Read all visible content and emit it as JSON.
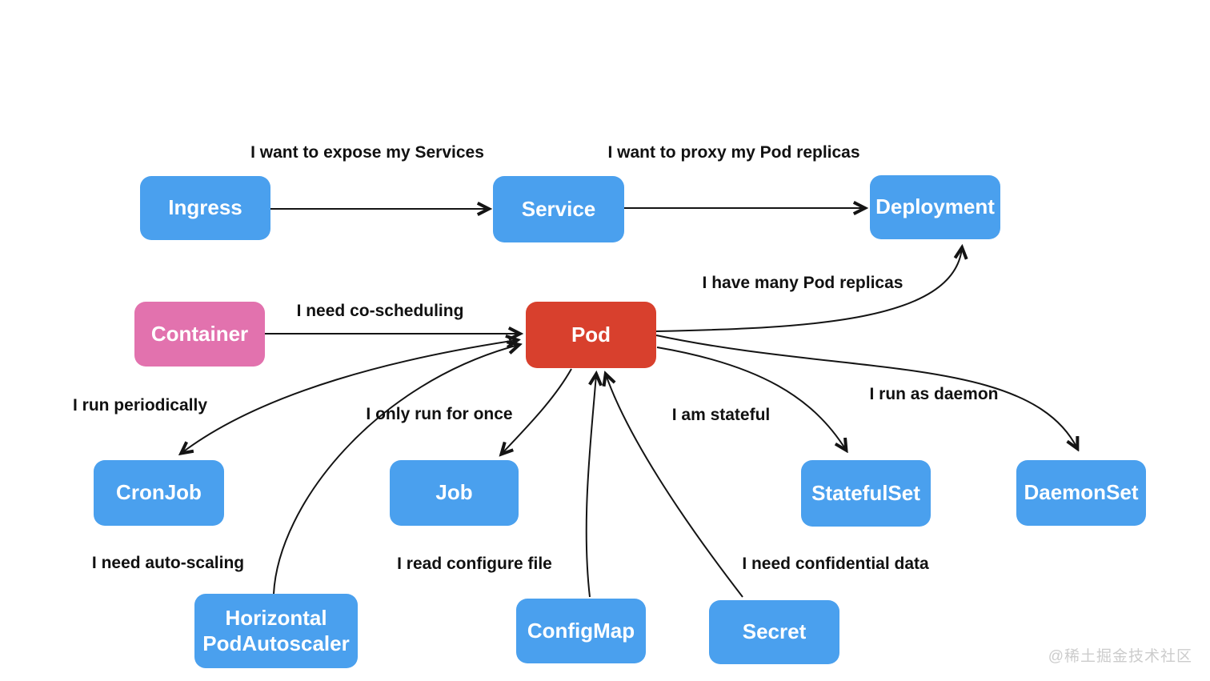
{
  "diagram": {
    "nodes": [
      {
        "id": "ingress",
        "label": "Ingress",
        "color": "#4AA0EE"
      },
      {
        "id": "service",
        "label": "Service",
        "color": "#4AA0EE"
      },
      {
        "id": "deployment",
        "label": "Deployment",
        "color": "#4AA0EE"
      },
      {
        "id": "container",
        "label": "Container",
        "color": "#E272AE"
      },
      {
        "id": "pod",
        "label": "Pod",
        "color": "#D8402D"
      },
      {
        "id": "cronjob",
        "label": "CronJob",
        "color": "#4AA0EE"
      },
      {
        "id": "job",
        "label": "Job",
        "color": "#4AA0EE"
      },
      {
        "id": "statefulset",
        "label": "StatefulSet",
        "color": "#4AA0EE"
      },
      {
        "id": "daemonset",
        "label": "DaemonSet",
        "color": "#4AA0EE"
      },
      {
        "id": "hpa",
        "label": "Horizontal PodAutoscaler",
        "color": "#4AA0EE"
      },
      {
        "id": "configmap",
        "label": "ConfigMap",
        "color": "#4AA0EE"
      },
      {
        "id": "secret",
        "label": "Secret",
        "color": "#4AA0EE"
      }
    ],
    "edges": [
      {
        "from": "Ingress",
        "to": "Service",
        "label": "I want to expose my Services"
      },
      {
        "from": "Service",
        "to": "Deployment",
        "label": "I want to proxy my Pod replicas"
      },
      {
        "from": "Container",
        "to": "Pod",
        "label": "I need co-scheduling"
      },
      {
        "from": "Pod",
        "to": "Deployment",
        "label": "I have many Pod replicas"
      },
      {
        "from": "Pod",
        "to": "CronJob",
        "label": "I run periodically",
        "bidirectional": true
      },
      {
        "from": "Pod",
        "to": "Job",
        "label": "I only run for once"
      },
      {
        "from": "Pod",
        "to": "StatefulSet",
        "label": "I am stateful"
      },
      {
        "from": "Pod",
        "to": "DaemonSet",
        "label": "I run as daemon"
      },
      {
        "from": "HorizontalPodAutoscaler",
        "to": "Pod",
        "label": "I need auto-scaling"
      },
      {
        "from": "ConfigMap",
        "to": "Pod",
        "label": "I read configure file"
      },
      {
        "from": "Secret",
        "to": "Pod",
        "label": "I need confidential data"
      }
    ],
    "edge_color": "#141414"
  },
  "watermark": {
    "text": "@稀土掘金技术社区",
    "color": "#CCCCCC"
  }
}
